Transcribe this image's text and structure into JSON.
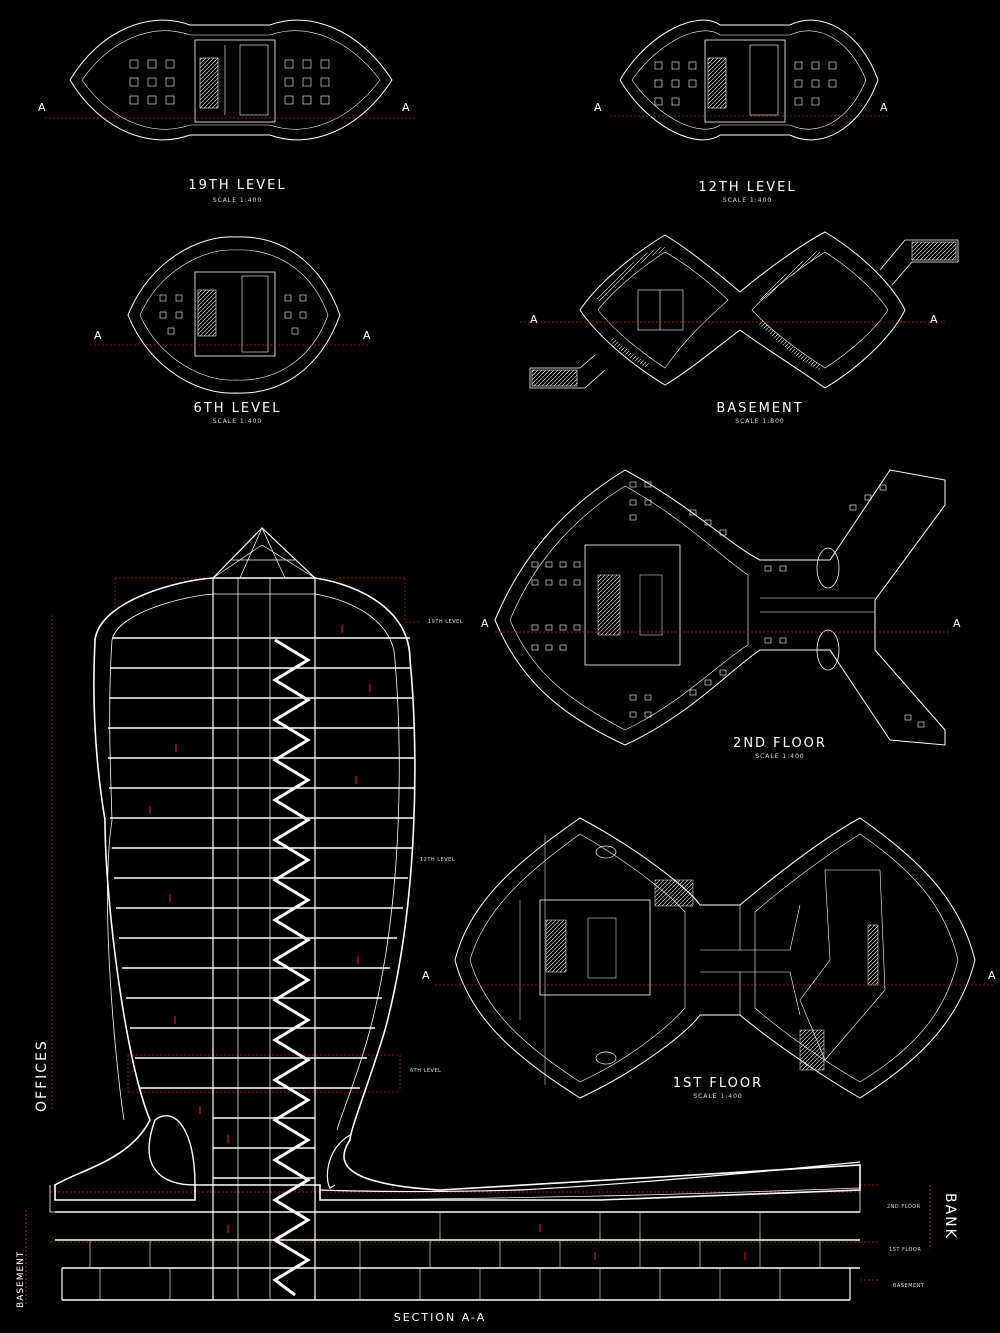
{
  "plans": {
    "level19": {
      "title": "19TH LEVEL",
      "scale": "SCALE 1:400"
    },
    "level12": {
      "title": "12TH LEVEL",
      "scale": "SCALE 1:400"
    },
    "level6": {
      "title": "6TH LEVEL",
      "scale": "SCALE 1:400"
    },
    "basement": {
      "title": "BASEMENT",
      "scale": "SCALE 1:800"
    },
    "floor2": {
      "title": "2ND FLOOR",
      "scale": "SCALE 1:400"
    },
    "floor1": {
      "title": "1ST FLOOR",
      "scale": "SCALE 1:400"
    }
  },
  "axis_marker": "A",
  "section": {
    "title": "SECTION A-A",
    "side_labels": {
      "offices": "OFFICES",
      "bank": "BANK",
      "basement": "BASEMENT"
    },
    "level_labels": {
      "l19": "19TH LEVEL",
      "l12": "12TH LEVEL",
      "l6": "6TH LEVEL",
      "f2": "2ND FLOOR",
      "f1": "1ST FLOOR",
      "bsmt": "BASEMENT"
    }
  },
  "colors": {
    "line": "#ffffff",
    "cut": "#c81e1e",
    "bg": "#000000"
  }
}
